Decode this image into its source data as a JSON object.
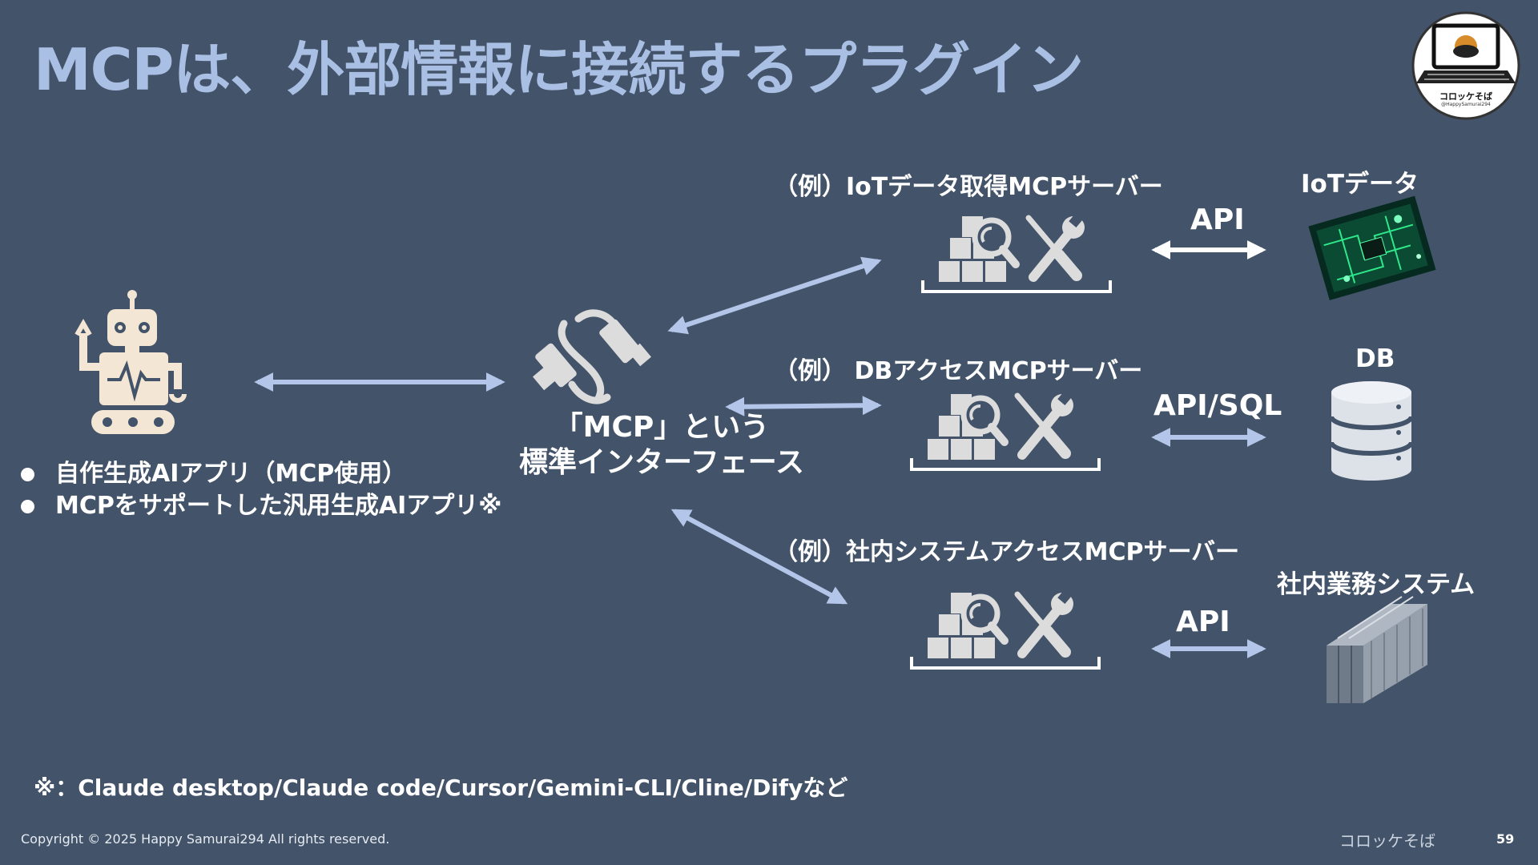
{
  "title": "MCPは、外部情報に接続するプラグイン",
  "logo": {
    "text": "コロッケそば",
    "handle": "@HappySamurai294"
  },
  "client": {
    "bullets": [
      "自作生成AIアプリ（MCP使用）",
      "MCPをサポートした汎用生成AIアプリ※"
    ]
  },
  "center": {
    "line1": "「MCP」という",
    "line2": "標準インターフェース"
  },
  "servers": [
    {
      "label": "（例）IoTデータ取得MCPサーバー",
      "api": "API",
      "target": "IoTデータ"
    },
    {
      "label": "（例） DBアクセスMCPサーバー",
      "api": "API/SQL",
      "target": "DB"
    },
    {
      "label": "（例）社内システムアクセスMCPサーバー",
      "api": "API",
      "target": "社内業務システム"
    }
  ],
  "note": "※：Claude desktop/Claude code/Cursor/Gemini-CLI/Cline/Difyなど",
  "footer": {
    "copyright": "Copyright © 2025 Happy Samurai294 All rights reserved.",
    "brand": "コロッケそば",
    "page": "59"
  },
  "colors": {
    "background": "#435369",
    "title": "#a9bfe3",
    "arrow": "#b3c5e8",
    "icon": "#f4e6d4"
  },
  "icons": [
    "robot-icon",
    "usb-cable-icon",
    "server-tools-icon",
    "circuit-board-image",
    "database-icon",
    "server-rack-image"
  ]
}
